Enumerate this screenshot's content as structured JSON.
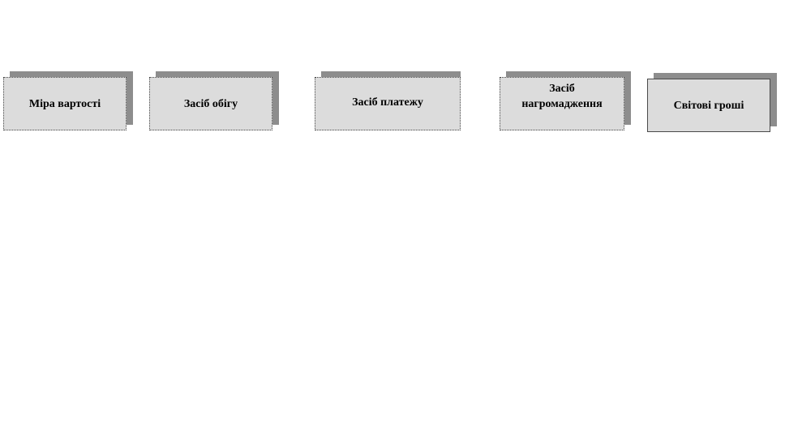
{
  "cards": [
    {
      "label": "Міра вартості"
    },
    {
      "label": "Засіб обігу"
    },
    {
      "label": "Засіб платежу"
    },
    {
      "label": "Засіб нагромадження"
    },
    {
      "label": "Світові гроші"
    }
  ]
}
